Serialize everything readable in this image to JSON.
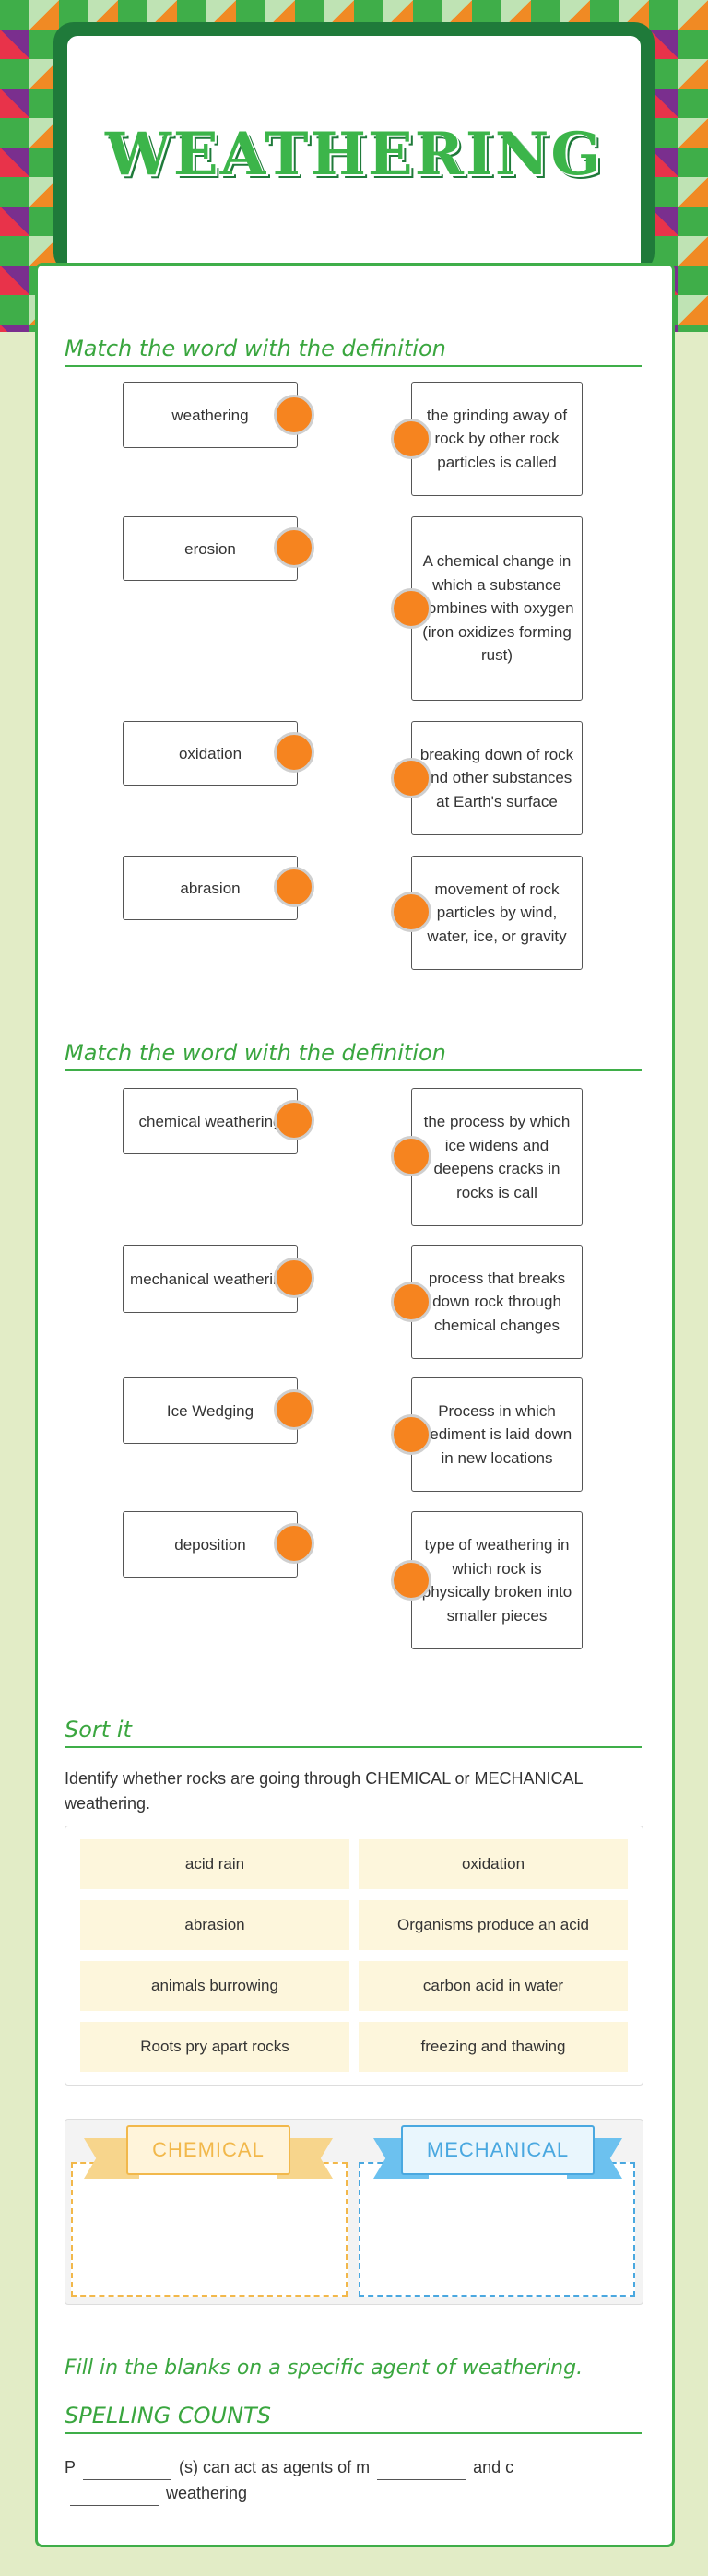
{
  "header": {
    "title": "WEATHERING"
  },
  "match1": {
    "title": "Match the word with the definition",
    "words": [
      "weathering",
      "erosion",
      "oxidation",
      "abrasion"
    ],
    "definitions": [
      "the grinding away of rock by other rock particles is called",
      "A chemical change in which a substance combines with oxygen (iron oxidizes forming rust)",
      "breaking down of rock and other substances at Earth's surface",
      "movement of rock particles by wind, water, ice, or gravity"
    ]
  },
  "match2": {
    "title": "Match the word with the definition",
    "words": [
      "chemical weathering",
      "mechanical weathering",
      "Ice Wedging",
      "deposition"
    ],
    "definitions": [
      "the process by which ice widens and deepens cracks in rocks is call",
      "process that breaks down rock through chemical changes",
      "Process in which sediment is laid down in new locations",
      "type of weathering in which rock is physically broken into smaller pieces"
    ]
  },
  "sort": {
    "title": "Sort it",
    "instructions": "Identify whether rocks are going through CHEMICAL or MECHANICAL weathering.",
    "items": [
      "acid rain",
      "oxidation",
      "abrasion",
      "Organisms produce an acid",
      "animals burrowing",
      "carbon acid in water",
      "Roots pry apart rocks",
      "freezing and thawing"
    ],
    "categories": [
      "CHEMICAL",
      "MECHANICAL"
    ]
  },
  "fill": {
    "title_line1": "Fill in the blanks on a specific agent of weathering.",
    "title_line2": "SPELLING COUNTS",
    "part1": "P",
    "part2": "(s) can act as agents of m",
    "part3": "and c",
    "part4": "weathering"
  },
  "colors": {
    "green": "#3fae49",
    "orange": "#f6841f",
    "chemical": "#f2b84b",
    "mechanical": "#4aa8e0"
  }
}
